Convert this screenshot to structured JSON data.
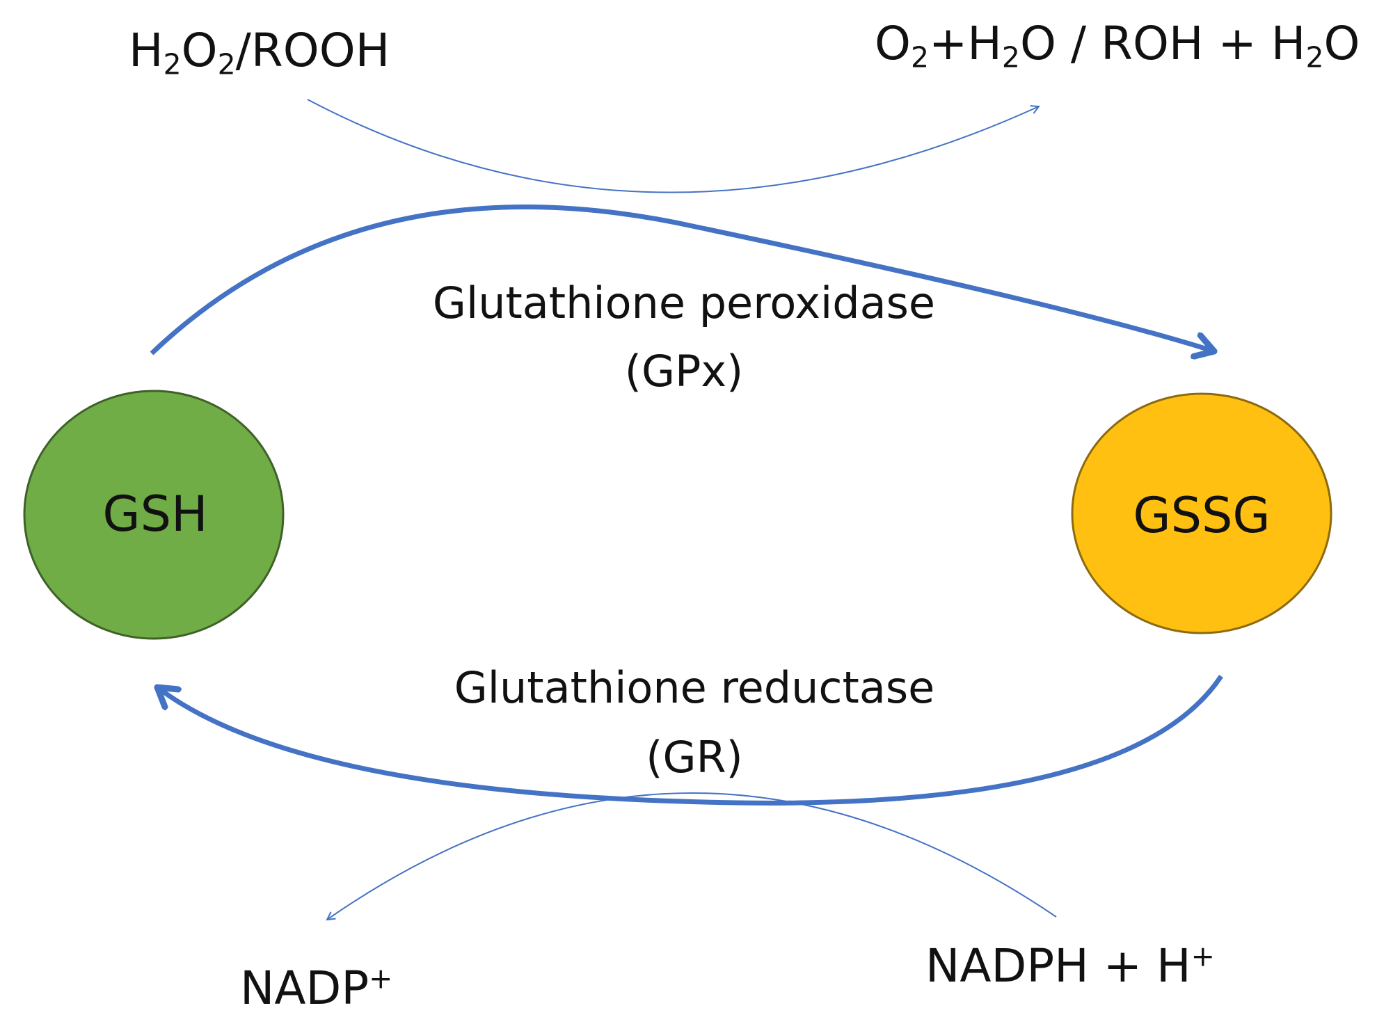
{
  "colors": {
    "arrow": "#4472C4",
    "gsh_fill": "#70AD47",
    "gsh_stroke": "#3F6128",
    "gssg_fill": "#FFC011",
    "gssg_stroke": "#8C6A10",
    "text": "#111111"
  },
  "nodes": {
    "gsh": {
      "label": "GSH"
    },
    "gssg": {
      "label": "GSSG"
    }
  },
  "enzymes": {
    "gpx": {
      "name": "Glutathione peroxidase",
      "abbr": "(GPx)"
    },
    "gr": {
      "name": "Glutathione reductase",
      "abbr": "(GR)"
    }
  },
  "substrates": {
    "peroxide_in": {
      "h": "H",
      "sub1": "2",
      "o": "O",
      "sub2": "2",
      "rest": "/ROOH"
    },
    "peroxide_out": {
      "o2": "O",
      "sub_o2": "2",
      "plus_h": "+H",
      "sub_h2o": "2",
      "o_slash": "O / ROH + H",
      "sub_h2o_2": "2",
      "o_end": "O"
    },
    "nadp_out": {
      "text": "NADP",
      "sup": "+"
    },
    "nadph_in": {
      "text": "NADPH + H",
      "sup": "+"
    }
  }
}
